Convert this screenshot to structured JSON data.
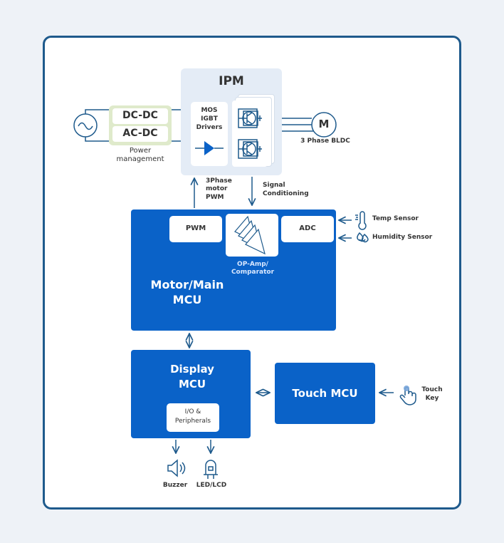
{
  "diagram": {
    "power": {
      "dcdc_label": "DC-DC",
      "acdc_label": "AC-DC",
      "caption_line1": "Power",
      "caption_line2": "management"
    },
    "ipm": {
      "title": "IPM",
      "drivers_line1": "MOS",
      "drivers_line2": "IGBT",
      "drivers_line3": "Drivers"
    },
    "motor": {
      "symbol": "M",
      "caption": "3 Phase BLDC"
    },
    "arrows": {
      "pwm_line1": "3Phase",
      "pwm_line2": "motor",
      "pwm_line3": "PWM",
      "signal_line1": "Signal",
      "signal_line2": "Conditioning"
    },
    "main_mcu": {
      "title_line1": "Motor/Main",
      "title_line2": "MCU",
      "pwm_label": "PWM",
      "adc_label": "ADC",
      "opamp_line1": "OP-Amp/",
      "opamp_line2": "Comparator"
    },
    "sensors": {
      "temp_label": "Temp Sensor",
      "humidity_label": "Humidity Sensor"
    },
    "display_mcu": {
      "title_line1": "Display",
      "title_line2": "MCU",
      "io_line1": "I/O &",
      "io_line2": "Peripherals"
    },
    "touch_mcu": {
      "title": "Touch MCU",
      "key_line1": "Touch",
      "key_line2": "Key"
    },
    "outputs": {
      "buzzer_label": "Buzzer",
      "led_label": "LED/LCD"
    },
    "colors": {
      "primary_blue": "#0a62c8",
      "frame_border": "#1e5a8c",
      "icon_stroke": "#1e5a8c",
      "ipm_bg": "#e4ecf6",
      "power_bg": "#dfeacb"
    }
  }
}
